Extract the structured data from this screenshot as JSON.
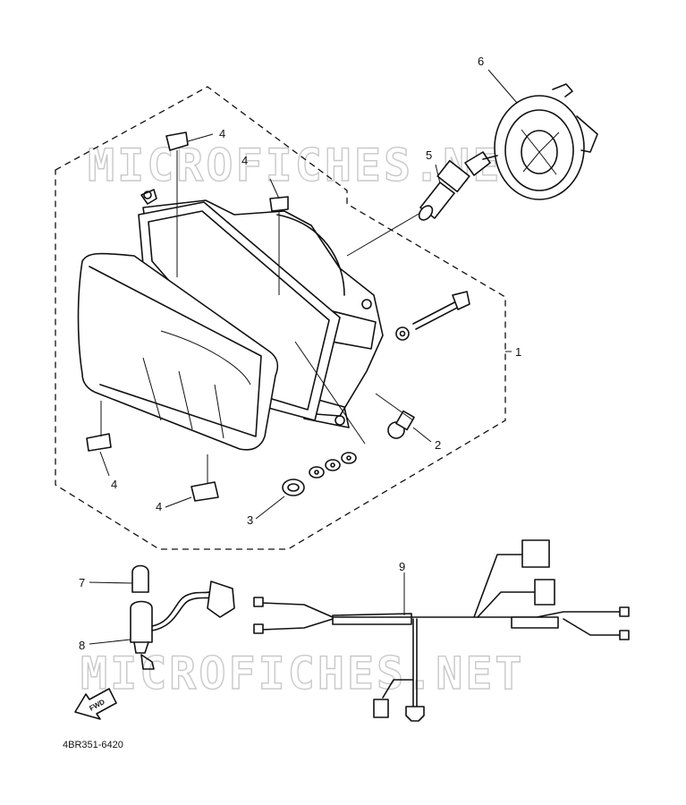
{
  "watermarks": [
    "MICROFICHES.NET",
    "MICROFICHES.NET"
  ],
  "callouts": [
    "6",
    "5",
    "4",
    "4",
    "1",
    "2",
    "4",
    "4",
    "3",
    "7",
    "9",
    "8"
  ],
  "arrow_label": "FWD",
  "diagram_code": "4BR351-6420",
  "colors": {
    "ink": "#111111",
    "watermark": "#c9c9c9",
    "background": "#ffffff"
  }
}
